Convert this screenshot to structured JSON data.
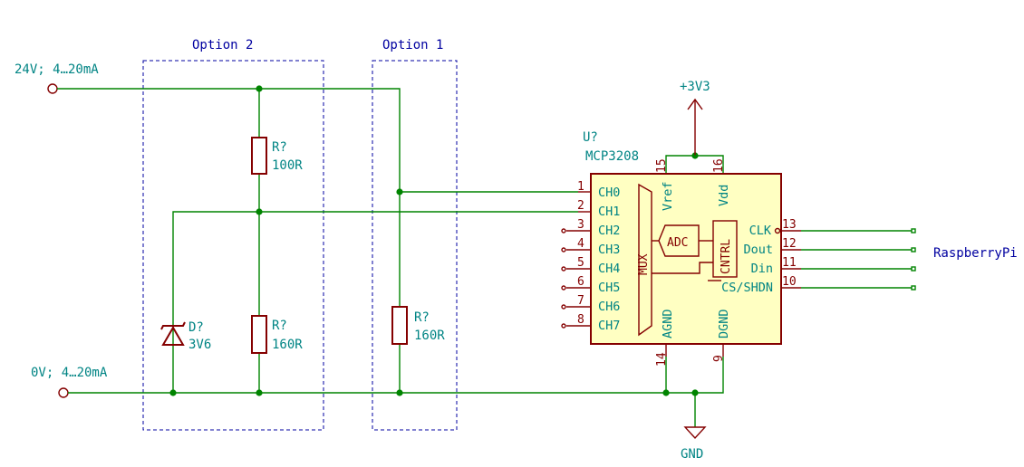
{
  "options": {
    "option2_title": "Option 2",
    "option1_title": "Option 1"
  },
  "inputs": {
    "top_label": "24V; 4…20mA",
    "bottom_label": "0V; 4…20mA"
  },
  "resistors": [
    {
      "ref": "R?",
      "value": "100R"
    },
    {
      "ref": "R?",
      "value": "160R"
    },
    {
      "ref": "R?",
      "value": "160R"
    }
  ],
  "diode": {
    "ref": "D?",
    "value": "3V6"
  },
  "ic": {
    "ref": "U?",
    "part": "MCP3208",
    "left_pins": [
      {
        "num": "1",
        "name": "CH0"
      },
      {
        "num": "2",
        "name": "CH1"
      },
      {
        "num": "3",
        "name": "CH2"
      },
      {
        "num": "4",
        "name": "CH3"
      },
      {
        "num": "5",
        "name": "CH4"
      },
      {
        "num": "6",
        "name": "CH5"
      },
      {
        "num": "7",
        "name": "CH6"
      },
      {
        "num": "8",
        "name": "CH7"
      }
    ],
    "right_pins": [
      {
        "num": "13",
        "name": "CLK"
      },
      {
        "num": "12",
        "name": "Dout"
      },
      {
        "num": "11",
        "name": "Din"
      },
      {
        "num": "10",
        "name": "CS/SHDN"
      }
    ],
    "top_pins": [
      {
        "num": "15",
        "name": "Vref"
      },
      {
        "num": "16",
        "name": "Vdd"
      }
    ],
    "bottom_pins": [
      {
        "num": "14",
        "name": "AGND"
      },
      {
        "num": "9",
        "name": "DGND"
      }
    ],
    "mux_label": "MUX",
    "adc_label": "ADC",
    "cntrl_label": "CNTRL"
  },
  "power": {
    "vcc_label": "+3V3",
    "gnd_label": "GND"
  },
  "target_label": "RaspberryPi"
}
